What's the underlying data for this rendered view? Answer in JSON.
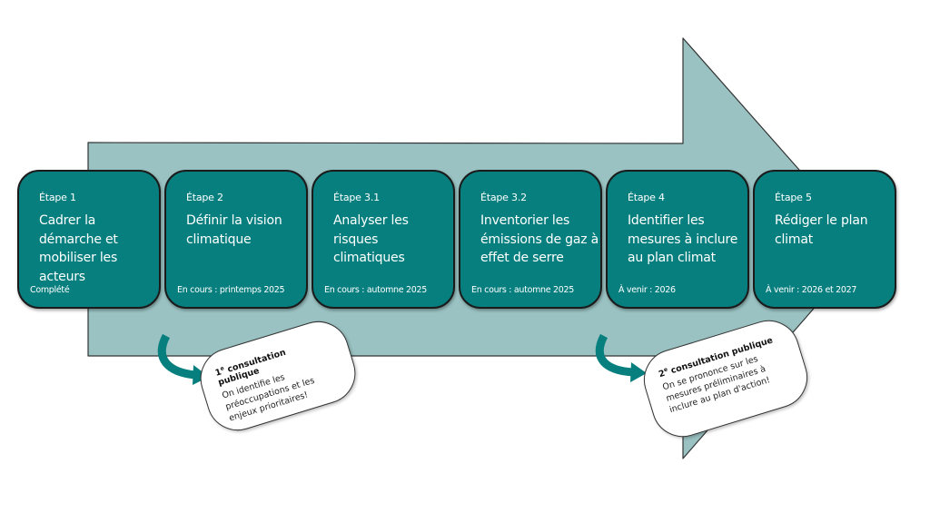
{
  "colors": {
    "arrow_fill": "#9ac2c2",
    "step_fill": "#077f7f",
    "step_text": "#ffffff",
    "bubble_fill": "#ffffff"
  },
  "steps": [
    {
      "label": "Étape 1",
      "title": "Cadrer la démarche et mobiliser les acteurs",
      "status": "Complété"
    },
    {
      "label": "Étape 2",
      "title": "Définir la vision climatique",
      "status": "En cours : printemps 2025"
    },
    {
      "label": "Étape 3.1",
      "title": "Analyser les risques climatiques",
      "status": "En cours : automne 2025"
    },
    {
      "label": "Étape 3.2",
      "title": "Inventorier les émissions de gaz à effet de serre",
      "status": "En cours : automne 2025"
    },
    {
      "label": "Étape 4",
      "title": "Identifier les mesures à inclure au plan climat",
      "status": "À venir : 2026"
    },
    {
      "label": "Étape 5",
      "title": "Rédiger le plan climat",
      "status": "À venir : 2026 et 2027"
    }
  ],
  "consultations": [
    {
      "ordinal": "1",
      "ordinal_suffix": "e",
      "title": "consultation publique",
      "body": "On identifie les préoccupations et les enjeux prioritaires!"
    },
    {
      "ordinal": "2",
      "ordinal_suffix": "e",
      "title": "consultation publique",
      "body": "On se prononce sur les mesures préliminaires à inclure au plan d'action!"
    }
  ]
}
